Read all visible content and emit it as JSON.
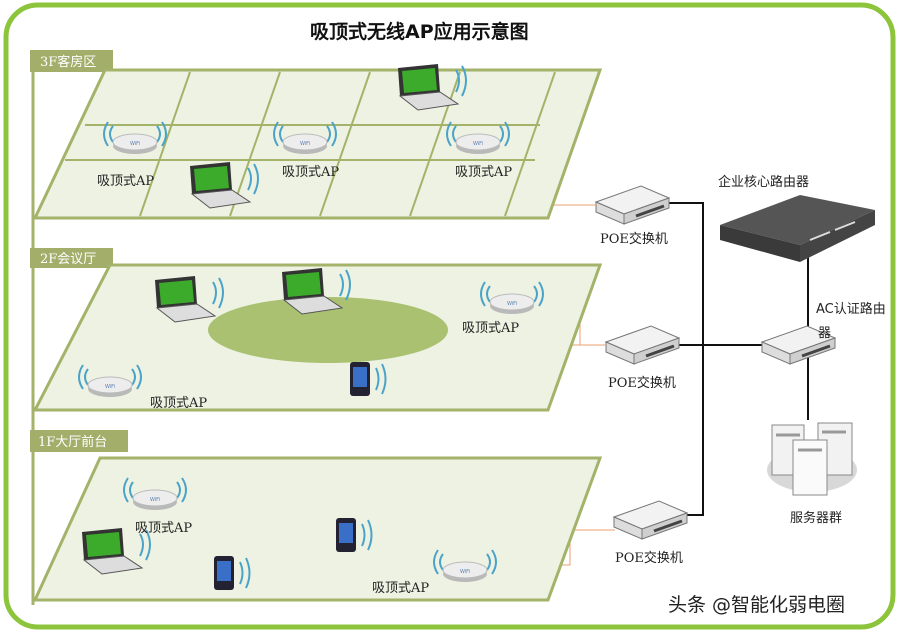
{
  "title": "吸顶式无线AP应用示意图",
  "colors": {
    "frame": "#8cc43c",
    "floor_fill": "#eef2e2",
    "floor_stroke": "#a3b36a",
    "tab": "#a2ae6a",
    "cable": "#e8a070",
    "hall": "#a9c171"
  },
  "floors": [
    {
      "label": "3F客房区",
      "aps": [
        "吸顶式AP",
        "吸顶式AP",
        "吸顶式AP"
      ]
    },
    {
      "label": "2F会议厅",
      "aps": [
        "吸顶式AP",
        "吸顶式AP"
      ]
    },
    {
      "label": "1F大厅前台",
      "aps": [
        "吸顶式AP",
        "吸顶式AP"
      ]
    }
  ],
  "switches": [
    "POE交换机",
    "POE交换机",
    "POE交换机"
  ],
  "core_router": "企业核心路由器",
  "ac_router": {
    "line1": "AC认证路由",
    "line2": "器"
  },
  "servers": "服务器群",
  "watermark": "头条 @智能化弱电圈"
}
